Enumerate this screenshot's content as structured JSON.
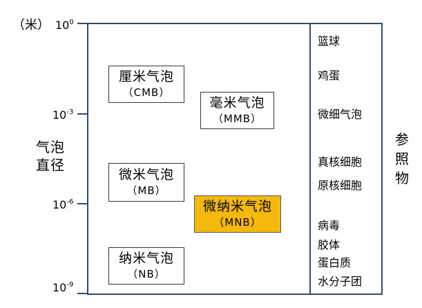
{
  "y_axis": {
    "unit": "（米）",
    "title_line1": "气泡",
    "title_line2": "直径",
    "ticks": [
      {
        "base": "10",
        "exp": "0"
      },
      {
        "base": "10",
        "exp": "-3"
      },
      {
        "base": "10",
        "exp": "-6"
      },
      {
        "base": "10",
        "exp": "-9"
      }
    ]
  },
  "categories": [
    {
      "name": "厘米气泡",
      "abbr": "（CMB）"
    },
    {
      "name": "毫米气泡",
      "abbr": "（MMB）"
    },
    {
      "name": "微米气泡",
      "abbr": "（MB）"
    },
    {
      "name": "微纳米气泡",
      "abbr": "（MNB）",
      "highlight_color": "#f5b90e"
    },
    {
      "name": "纳米气泡",
      "abbr": "（NB）"
    }
  ],
  "reference": {
    "title": "参照物",
    "items": [
      "篮球",
      "鸡蛋",
      "微细气泡",
      "真核细胞",
      "原核细胞",
      "病毒",
      "胶体",
      "蛋白质",
      "水分子团"
    ]
  },
  "colors": {
    "frame": "#2e4a6a",
    "highlight": "#f5b90e"
  }
}
